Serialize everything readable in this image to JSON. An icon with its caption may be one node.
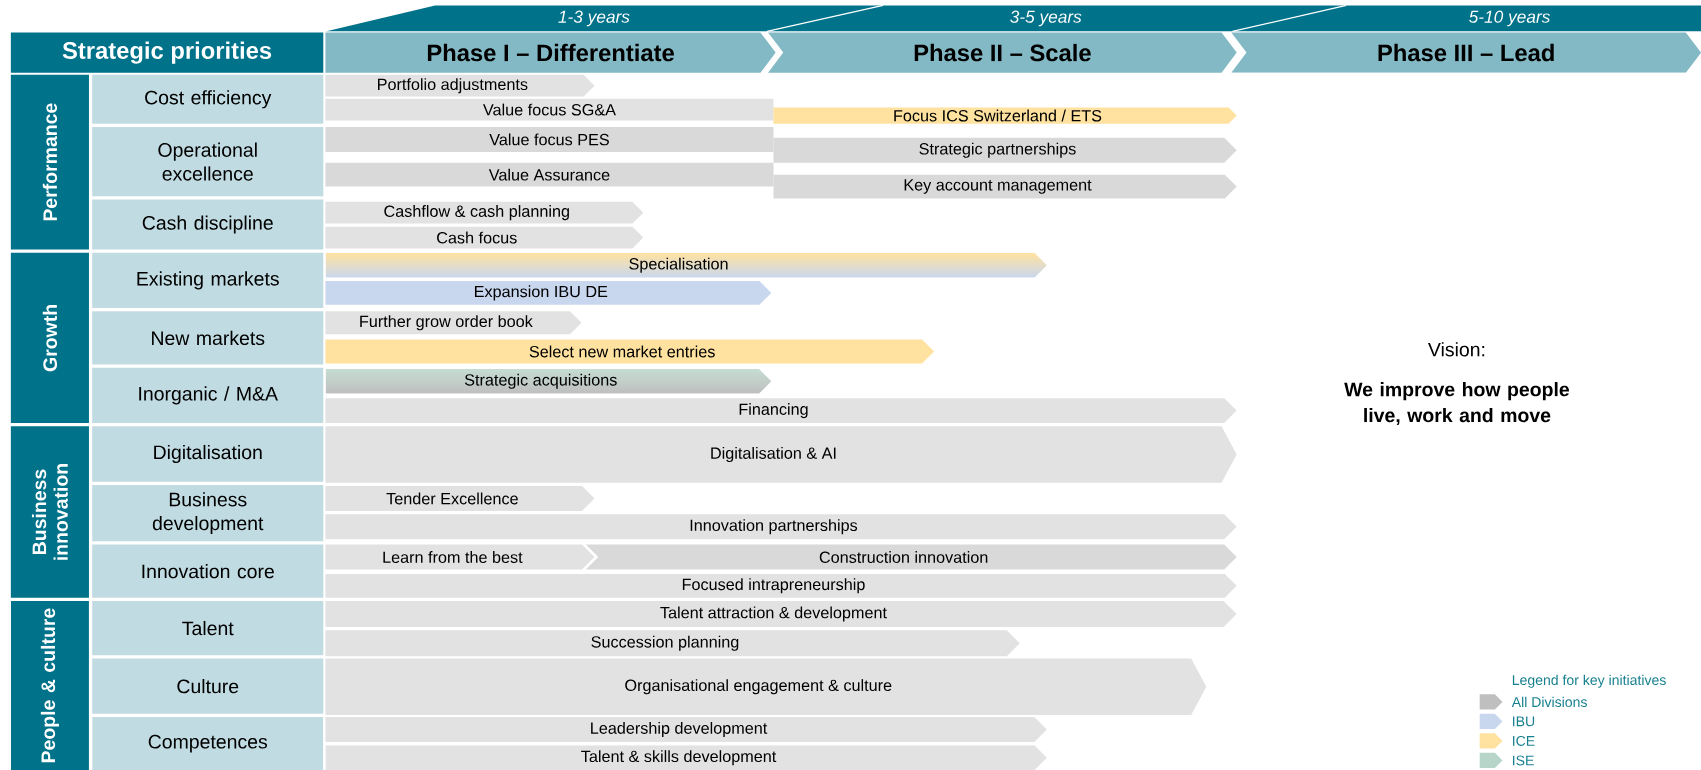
{
  "diagram": {
    "nodes": [
      {
        "text": [
          "Strategic priorities"
        ]
      },
      {
        "text": [
          "Phase I – Differentiate"
        ],
        "beside": [
          "1-3 years"
        ]
      },
      {
        "text": [
          "Phase II – Scale"
        ],
        "beside": [
          "3-5 years"
        ]
      },
      {
        "text": [
          "Phase III – Lead"
        ],
        "beside": [
          "5-10 years"
        ]
      },
      {
        "text": [
          "Performance"
        ]
      },
      {
        "text": [
          "Cost efficiency"
        ]
      },
      {
        "text": [
          "Operational excellence"
        ]
      },
      {
        "text": [
          "Cash discipline"
        ]
      },
      {
        "text": [
          "Growth"
        ]
      },
      {
        "text": [
          "Existing markets"
        ]
      },
      {
        "text": [
          "New markets"
        ]
      },
      {
        "text": [
          "Inorganic / M&A"
        ]
      },
      {
        "text": [
          "Business innovation"
        ]
      },
      {
        "text": [
          "Digitalisation"
        ]
      },
      {
        "text": [
          "Business development"
        ]
      },
      {
        "text": [
          "Innovation core"
        ]
      },
      {
        "text": [
          "People & culture"
        ]
      },
      {
        "text": [
          "Talent"
        ]
      },
      {
        "text": [
          "Culture"
        ]
      },
      {
        "text": [
          "Competences"
        ]
      },
      {
        "text": [
          "Portfolio adjustments"
        ]
      },
      {
        "text": [
          "Value focus SG&A"
        ]
      },
      {
        "text": [
          "Focus ICS Switzerland / ETS"
        ]
      },
      {
        "text": [
          "Value focus PES"
        ]
      },
      {
        "text": [
          "Strategic partnerships"
        ]
      },
      {
        "text": [
          "Value Assurance"
        ]
      },
      {
        "text": [
          "Key account management"
        ]
      },
      {
        "text": [
          "Cashflow & cash planning"
        ]
      },
      {
        "text": [
          "Cash focus"
        ]
      },
      {
        "text": [
          "Specialisation"
        ]
      },
      {
        "text": [
          "Expansion IBU DE"
        ]
      },
      {
        "text": [
          "Further grow order book"
        ]
      },
      {
        "text": [
          "Select new market entries"
        ]
      },
      {
        "text": [
          "Strategic acquisitions"
        ]
      },
      {
        "text": [
          "Financing"
        ]
      },
      {
        "text": [
          "Digitalisation & AI"
        ]
      },
      {
        "text": [
          "Tender Excellence"
        ]
      },
      {
        "text": [
          "Innovation partnerships"
        ]
      },
      {
        "text": [
          "Learn from the best"
        ]
      },
      {
        "text": [
          "Construction innovation"
        ]
      },
      {
        "text": [
          "Focused intrapreneurship"
        ]
      },
      {
        "text": [
          "Talent attraction & development"
        ]
      },
      {
        "text": [
          "Succession planning"
        ]
      },
      {
        "text": [
          "Organisational engagement & culture"
        ]
      },
      {
        "text": [
          "Leadership development"
        ]
      },
      {
        "text": [
          "Talent & skills development"
        ]
      }
    ],
    "labels": [
      "Vision:",
      "We improve how people live, work and move",
      "Legend for key initiatives"
    ],
    "legend": [
      {
        "text": "All Divisions",
        "color": "#bfbfbf"
      },
      {
        "text": "IBU",
        "color": "#c9d7ee"
      },
      {
        "text": "ICE",
        "color": "#ffe29f"
      },
      {
        "text": "ISE",
        "color": "#b7d5c8"
      }
    ]
  }
}
